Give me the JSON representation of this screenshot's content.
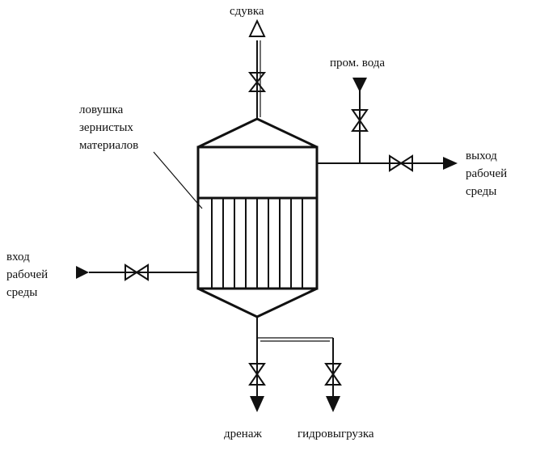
{
  "labels": {
    "vent": "сдувка",
    "flush_water": "пром. вода",
    "trap_line1": "ловушка",
    "trap_line2": "зернистых",
    "trap_line3": "материалов",
    "outlet_line1": "выход",
    "outlet_line2": "рабочей",
    "outlet_line3": "среды",
    "inlet_line1": "вход",
    "inlet_line2": "рабочей",
    "inlet_line3": "среды",
    "drain": "дренаж",
    "hydro_unload": "гидровыгрузка"
  }
}
